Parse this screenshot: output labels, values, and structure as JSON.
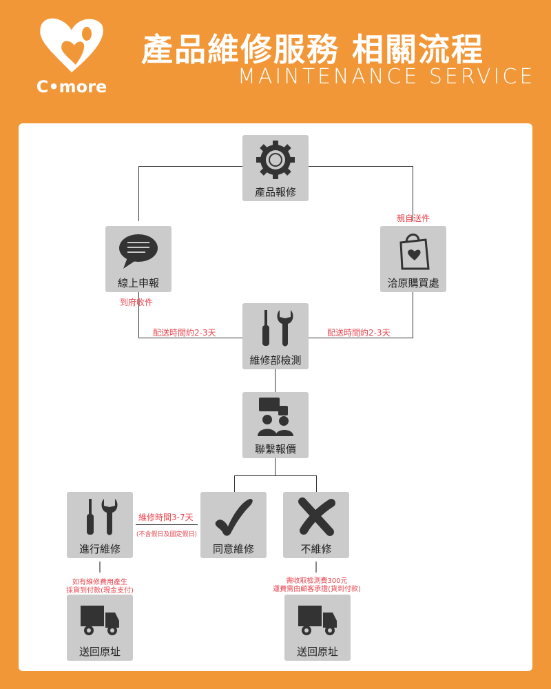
{
  "header": {
    "brand": "C•more",
    "title": "產品維修服務 相關流程",
    "subtitle": "MAINTENANCE SERVICE"
  },
  "nodes": {
    "report": "產品報修",
    "online": "線上申報",
    "store": "洽原購買處",
    "inspect": "維修部檢測",
    "quote": "聯繫報價",
    "repair": "進行維修",
    "agree": "同意維修",
    "decline": "不維修",
    "return_left": "送回原址",
    "return_right": "送回原址"
  },
  "labels": {
    "self_delivery": "親自送件",
    "pickup": "到府收件",
    "ship_left": "配送時間約2-3天",
    "ship_right": "配送時間約2-3天",
    "repair_time": "維修時間3-7天",
    "repair_time_note": "(不含假日及國定假日)",
    "repair_fee_1": "如有維修費用產生",
    "repair_fee_2": "採貨到付款(現金支付)",
    "decline_fee_1": "需收取檢測費300元",
    "decline_fee_2": "運費需由顧客承擔(貨到付款)"
  },
  "colors": {
    "background": "#f29738",
    "box": "#cbcbcb",
    "note": "#e8474f"
  }
}
